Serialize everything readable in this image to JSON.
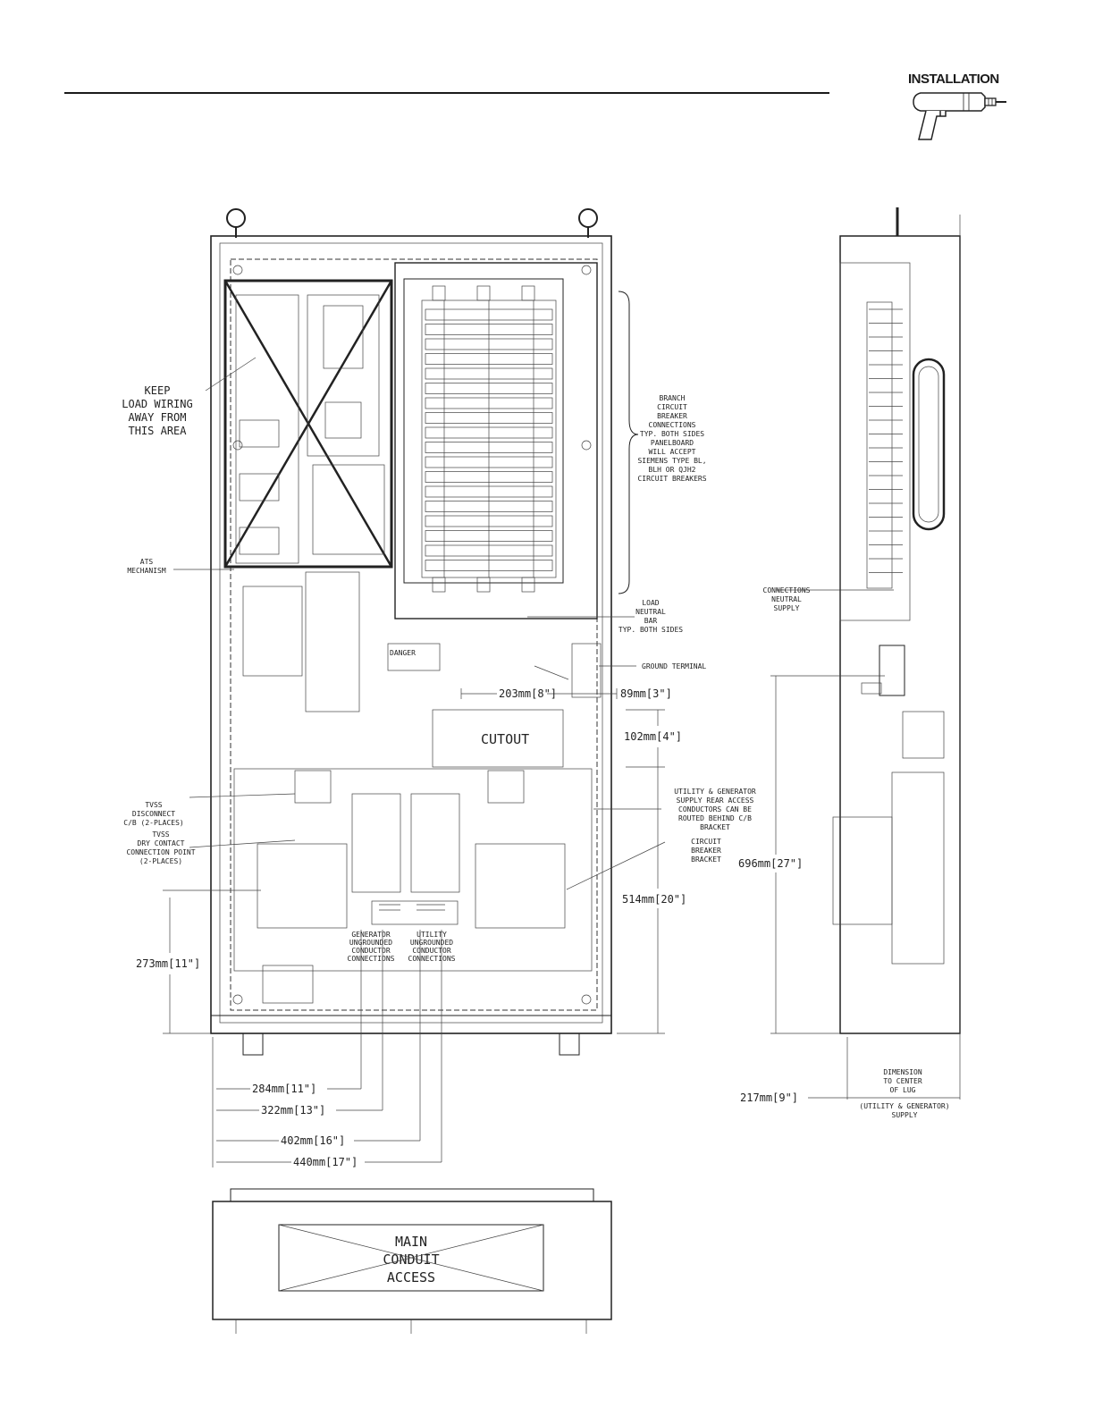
{
  "header": {
    "section_label": "INSTALLATION"
  },
  "icons": {
    "section_icon": "drill-icon"
  },
  "front_view": {
    "keep_area_note": [
      "KEEP",
      "LOAD WIRING",
      "AWAY FROM",
      "THIS AREA"
    ],
    "branch_note": [
      "BRANCH",
      "CIRCUIT",
      "BREAKER",
      "CONNECTIONS",
      "TYP. BOTH SIDES",
      "PANELBOARD",
      "WILL ACCEPT",
      "SIEMENS TYPE BL,",
      "BLH OR QJH2",
      "CIRCUIT BREAKERS"
    ],
    "ats_label": [
      "ATS",
      "MECHANISM"
    ],
    "load_neutral_label": [
      "LOAD",
      "NEUTRAL",
      "BAR",
      "TYP. BOTH SIDES"
    ],
    "ground_label": "GROUND TERMINAL",
    "cutout_label": "CUTOUT",
    "rear_access_note": [
      "UTILITY & GENERATOR",
      "SUPPLY REAR ACCESS",
      "CONDUCTORS CAN BE",
      "ROUTED BEHIND C/B",
      "BRACKET"
    ],
    "cb_bracket_label": [
      "CIRCUIT",
      "BREAKER",
      "BRACKET"
    ],
    "tvss_disconnect_label": [
      "TVSS",
      "DISCONNECT",
      "C/B (2-PLACES)"
    ],
    "tvss_contact_label": [
      "TVSS",
      "DRY CONTACT",
      "CONNECTION POINT",
      "(2-PLACES)"
    ],
    "generator_conn_label": [
      "GENERATOR",
      "UNGROUNDED",
      "CONDUCTOR",
      "CONNECTIONS"
    ],
    "utility_conn_label": [
      "UTILITY",
      "UNGROUNDED",
      "CONDUCTOR",
      "CONNECTIONS"
    ],
    "danger_label": "DANGER",
    "dimensions": {
      "d203": "203mm[8\"]",
      "d89": "89mm[3\"]",
      "d102": "102mm[4\"]",
      "d514": "514mm[20\"]",
      "d273": "273mm[11\"]",
      "d284": "284mm[11\"]",
      "d322": "322mm[13\"]",
      "d402": "402mm[16\"]",
      "d440": "440mm[17\"]"
    }
  },
  "side_view": {
    "neutral_supply_label": [
      "CONNECTIONS",
      "NEUTRAL",
      "SUPPLY"
    ],
    "d696": "696mm[27\"]",
    "lug_note": [
      "DIMENSION",
      "TO CENTER",
      "OF LUG"
    ],
    "d217": "217mm[9\"]",
    "supply_note": [
      "(UTILITY & GENERATOR)",
      "SUPPLY"
    ]
  },
  "bottom_view": {
    "conduit_label": [
      "MAIN",
      "CONDUIT",
      "ACCESS"
    ]
  }
}
